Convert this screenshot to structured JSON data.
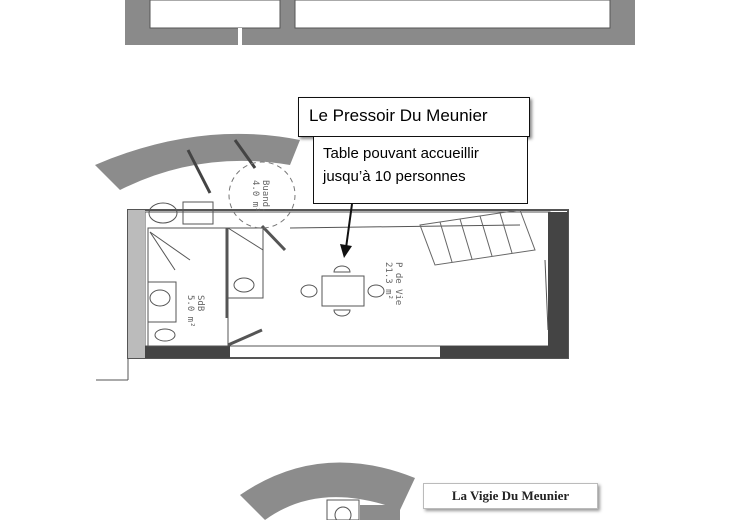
{
  "plan_title": "Le Pressoir Du Meunier",
  "note": {
    "line1": "Table pouvant accueillir",
    "line2": "jusqu’à 10 personnes"
  },
  "rooms": {
    "laundry": {
      "name": "Buand.",
      "area": "4.0 m²"
    },
    "bathroom": {
      "name": "SdB",
      "area": "5.0 m²"
    },
    "living": {
      "name": "P de Vie",
      "area": "21.3 m²"
    }
  },
  "second_plan_title": "La Vigie Du Meunier"
}
